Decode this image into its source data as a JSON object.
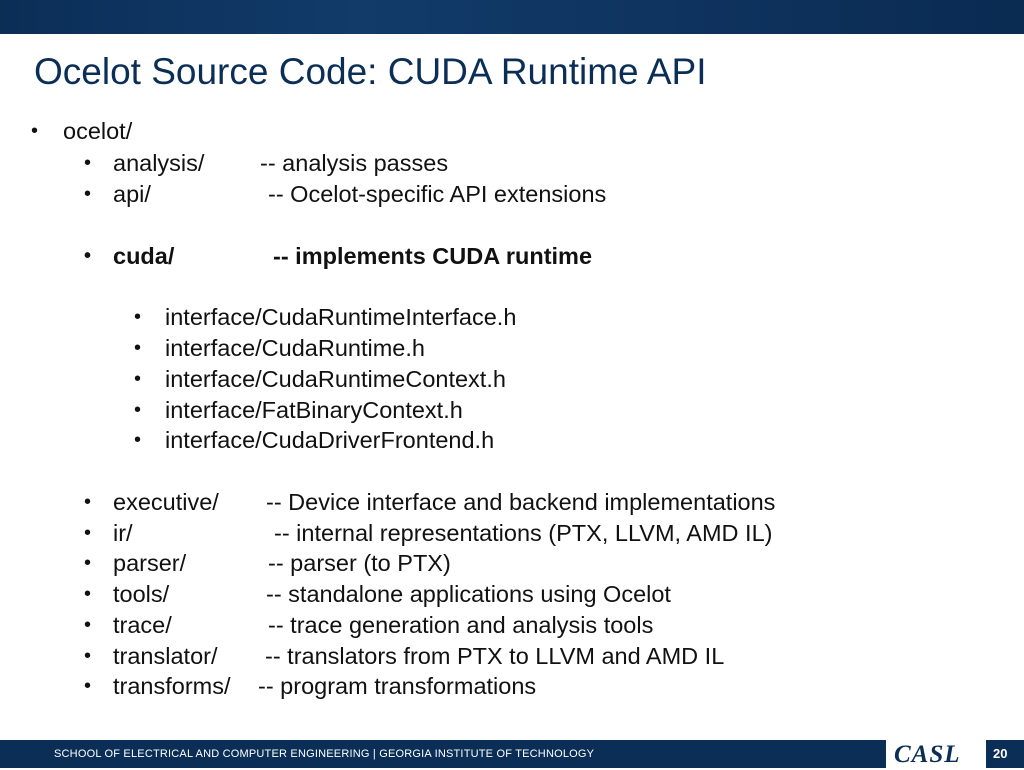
{
  "slide": {
    "title": "Ocelot Source Code: CUDA Runtime API"
  },
  "content": {
    "root": {
      "bullet": "•",
      "label": "ocelot/"
    },
    "top_items": [
      {
        "bullet": "•",
        "name": "analysis/",
        "desc": "-- analysis passes"
      },
      {
        "bullet": "•",
        "name": "api/",
        "desc": "-- Ocelot-specific API extensions"
      }
    ],
    "cuda_item": {
      "bullet": "•",
      "name": "cuda/",
      "desc": "-- implements CUDA runtime"
    },
    "cuda_files": [
      {
        "bullet": "•",
        "label": "interface/CudaRuntimeInterface.h"
      },
      {
        "bullet": "•",
        "label": "interface/CudaRuntime.h"
      },
      {
        "bullet": "•",
        "label": "interface/CudaRuntimeContext.h"
      },
      {
        "bullet": "•",
        "label": "interface/FatBinaryContext.h"
      },
      {
        "bullet": "•",
        "label": "interface/CudaDriverFrontend.h"
      }
    ],
    "bottom_items": [
      {
        "bullet": "•",
        "name": "executive/",
        "desc": "-- Device interface and backend implementations"
      },
      {
        "bullet": "•",
        "name": "ir/",
        "desc": "-- internal representations (PTX, LLVM, AMD IL)"
      },
      {
        "bullet": "•",
        "name": "parser/",
        "desc": "-- parser (to PTX)"
      },
      {
        "bullet": "•",
        "name": "tools/",
        "desc": "-- standalone applications using Ocelot"
      },
      {
        "bullet": "•",
        "name": "trace/",
        "desc": "-- trace generation and analysis tools"
      },
      {
        "bullet": "•",
        "name": "translator/",
        "desc": "-- translators from PTX to LLVM and AMD IL"
      },
      {
        "bullet": "•",
        "name": "transforms/",
        "desc": "-- program transformations"
      }
    ]
  },
  "footer": {
    "institution": "SCHOOL OF ELECTRICAL AND COMPUTER ENGINEERING | GEORGIA INSTITUTE OF TECHNOLOGY",
    "logo_text": "CASL",
    "page_number": "20"
  },
  "colors": {
    "navy": "#0b2e57",
    "title": "#0b2e57",
    "text": "#111111",
    "footer_text": "#ffffff"
  }
}
